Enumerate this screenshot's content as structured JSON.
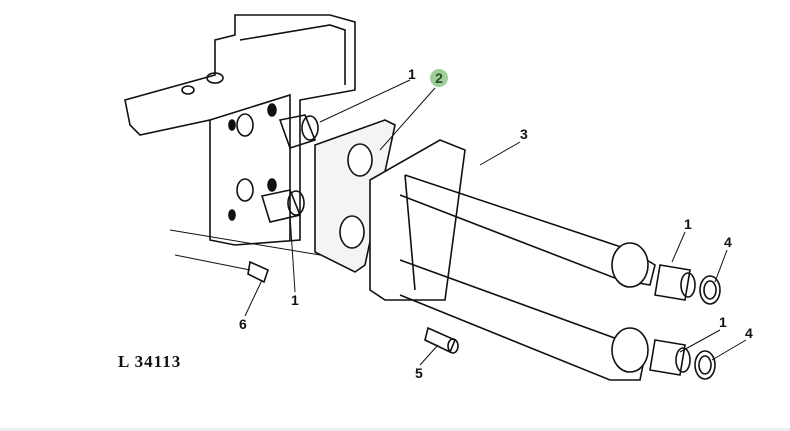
{
  "diagram": {
    "reference": "L  34113",
    "highlight_color": "#9fcf98",
    "callouts": [
      {
        "label": "1",
        "highlighted": false
      },
      {
        "label": "2",
        "highlighted": true
      },
      {
        "label": "3",
        "highlighted": false
      },
      {
        "label": "1",
        "highlighted": false
      },
      {
        "label": "4",
        "highlighted": false
      },
      {
        "label": "1",
        "highlighted": false
      },
      {
        "label": "4",
        "highlighted": false
      },
      {
        "label": "6",
        "highlighted": false
      },
      {
        "label": "1",
        "highlighted": false
      },
      {
        "label": "5",
        "highlighted": false
      }
    ]
  }
}
